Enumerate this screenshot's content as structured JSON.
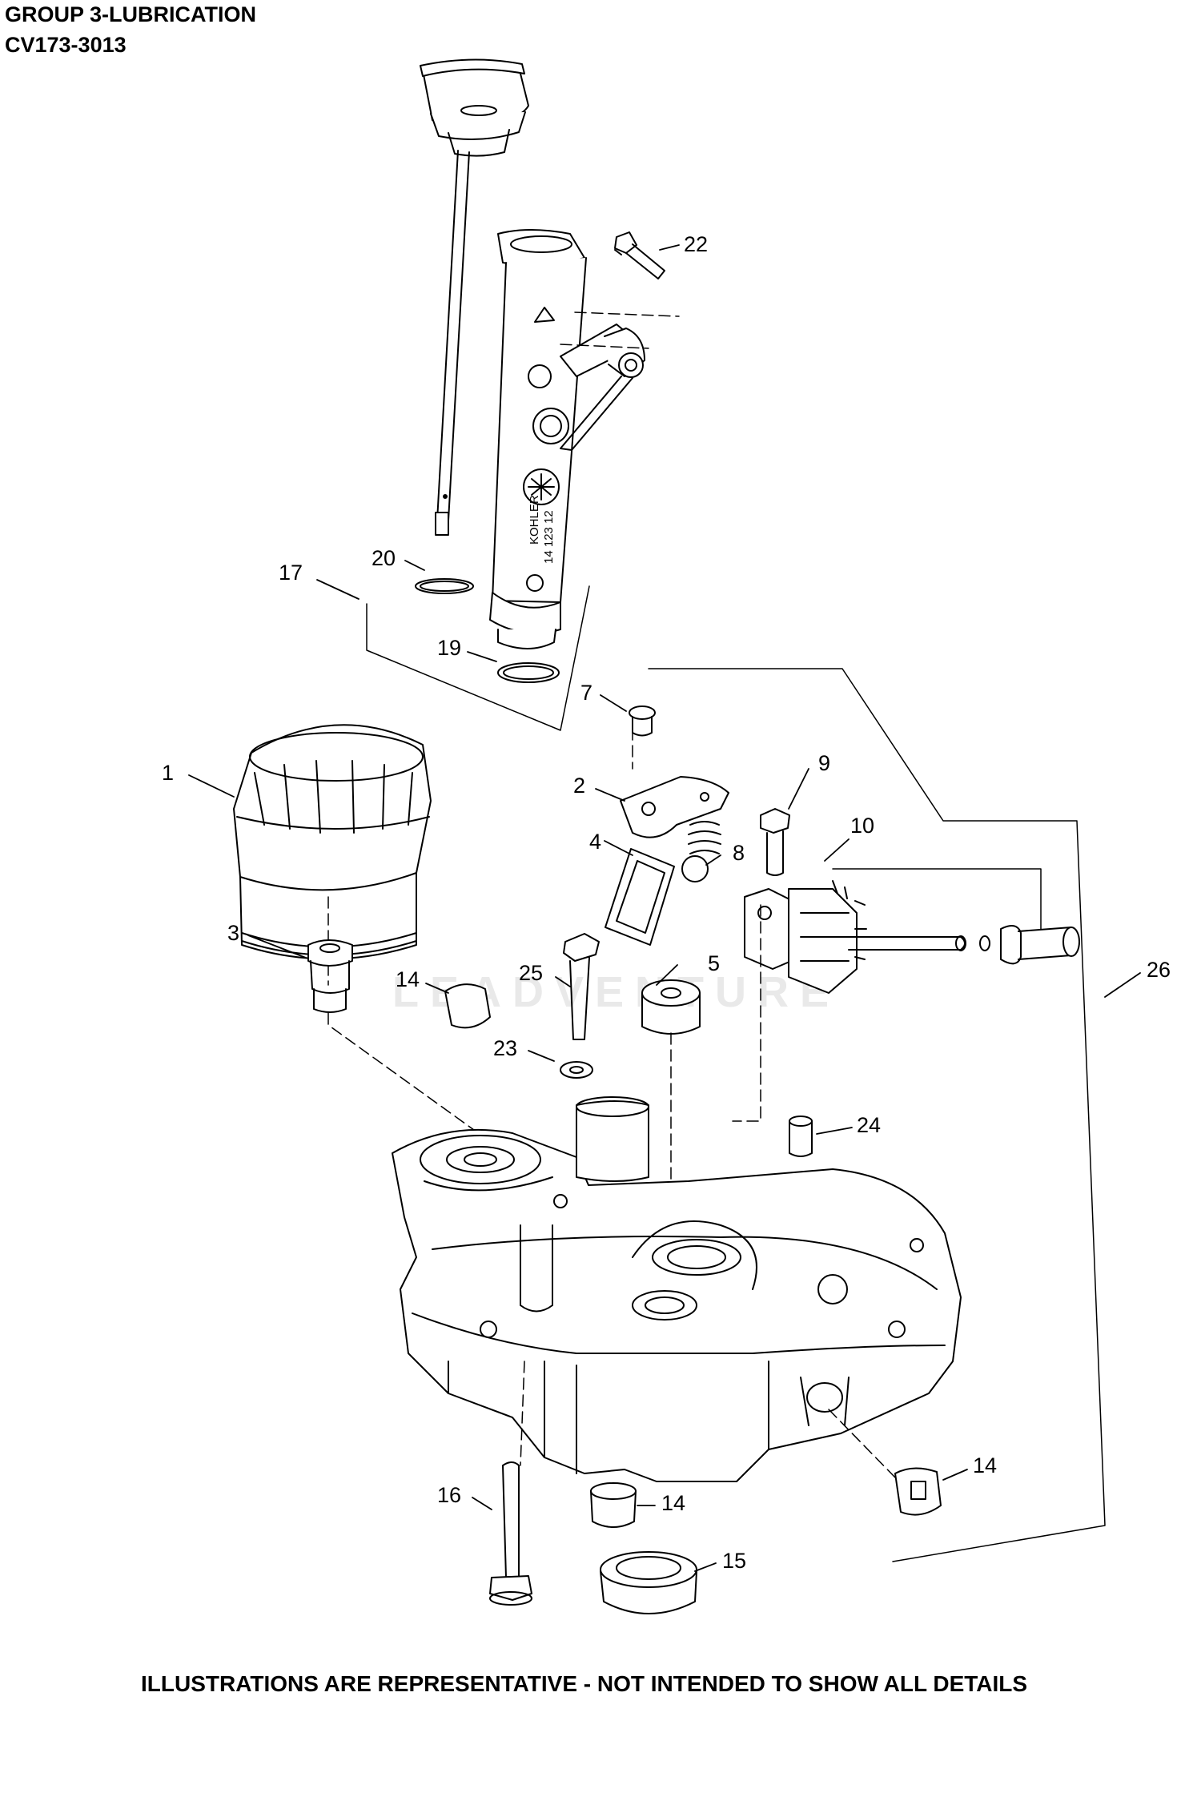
{
  "header": {
    "title": "GROUP 3-LUBRICATION",
    "model": "CV173-3013"
  },
  "footer": {
    "disclaimer": "ILLUSTRATIONS ARE REPRESENTATIVE - NOT INTENDED TO SHOW ALL DETAILS"
  },
  "watermark": "LEADVENTURE",
  "dipstick_tube_marking": {
    "brand": "KOHLER",
    "part_number": "14 123 12"
  },
  "callouts": [
    {
      "id": "c1",
      "label": "1"
    },
    {
      "id": "c2",
      "label": "2"
    },
    {
      "id": "c3",
      "label": "3"
    },
    {
      "id": "c4",
      "label": "4"
    },
    {
      "id": "c5",
      "label": "5"
    },
    {
      "id": "c7",
      "label": "7"
    },
    {
      "id": "c8",
      "label": "8"
    },
    {
      "id": "c9",
      "label": "9"
    },
    {
      "id": "c10",
      "label": "10"
    },
    {
      "id": "c14a",
      "label": "14"
    },
    {
      "id": "c14b",
      "label": "14"
    },
    {
      "id": "c14c",
      "label": "14"
    },
    {
      "id": "c15",
      "label": "15"
    },
    {
      "id": "c16",
      "label": "16"
    },
    {
      "id": "c17",
      "label": "17"
    },
    {
      "id": "c19",
      "label": "19"
    },
    {
      "id": "c20",
      "label": "20"
    },
    {
      "id": "c22",
      "label": "22"
    },
    {
      "id": "c23",
      "label": "23"
    },
    {
      "id": "c24",
      "label": "24"
    },
    {
      "id": "c25",
      "label": "25"
    },
    {
      "id": "c26",
      "label": "26"
    }
  ]
}
